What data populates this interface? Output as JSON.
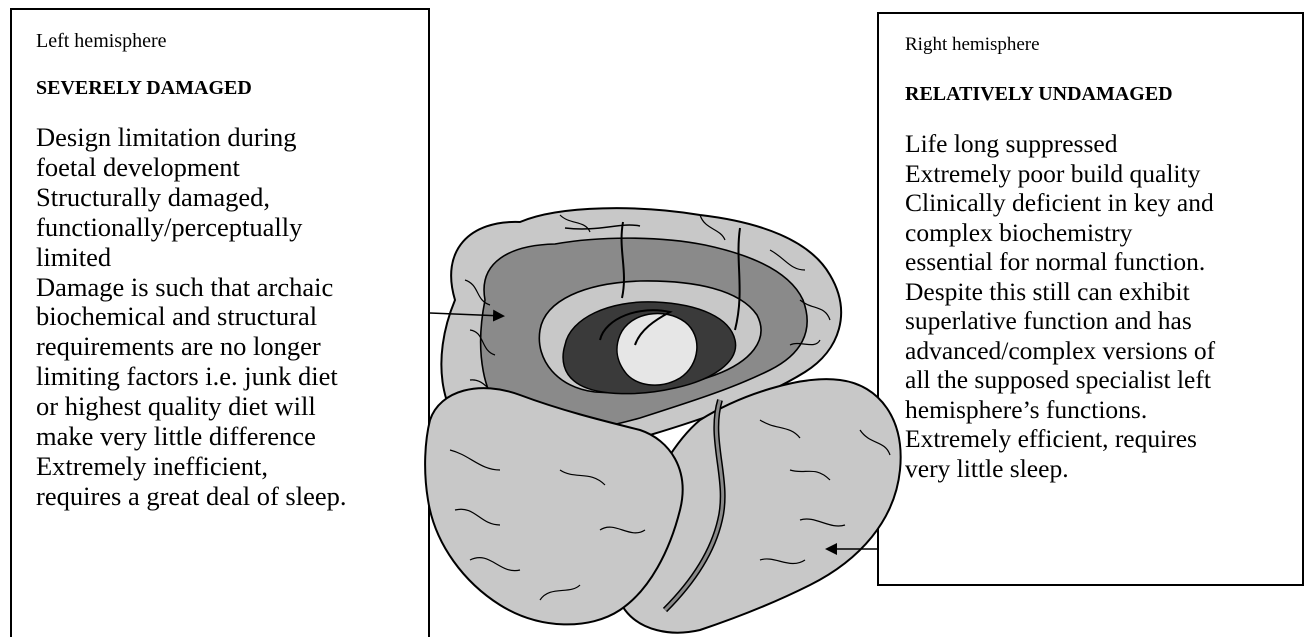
{
  "left_panel": {
    "title": "Left hemisphere",
    "heading": "SEVERELY DAMAGED",
    "lines": [
      "Design limitation during",
      "foetal development",
      "Structurally damaged,",
      "functionally/perceptually",
      "limited",
      "Damage is such that archaic",
      "biochemical and structural",
      "requirements are no longer",
      "limiting factors i.e. junk diet",
      "or highest quality diet will",
      "make very little difference",
      "Extremely inefficient,",
      "requires a great deal of sleep."
    ]
  },
  "right_panel": {
    "title": "Right hemisphere",
    "heading": "RELATIVELY UNDAMAGED",
    "lines": [
      "Life long suppressed",
      "Extremely poor build quality",
      "Clinically deficient in key and",
      "complex biochemistry",
      "essential for normal function.",
      "Despite this still can exhibit",
      "superlative function and has",
      "advanced/complex versions of",
      "all the supposed specialist left",
      "hemisphere’s functions.",
      "Extremely efficient, requires",
      "very little sleep."
    ]
  },
  "colors": {
    "cortex_outer": "#c8c8c8",
    "cortex_cut": "#8a8a8a",
    "ventricle": "#3a3a3a",
    "thalamus": "#e6e6e6",
    "outline": "#000000"
  },
  "illustration": {
    "icon": "brain-illustration"
  }
}
